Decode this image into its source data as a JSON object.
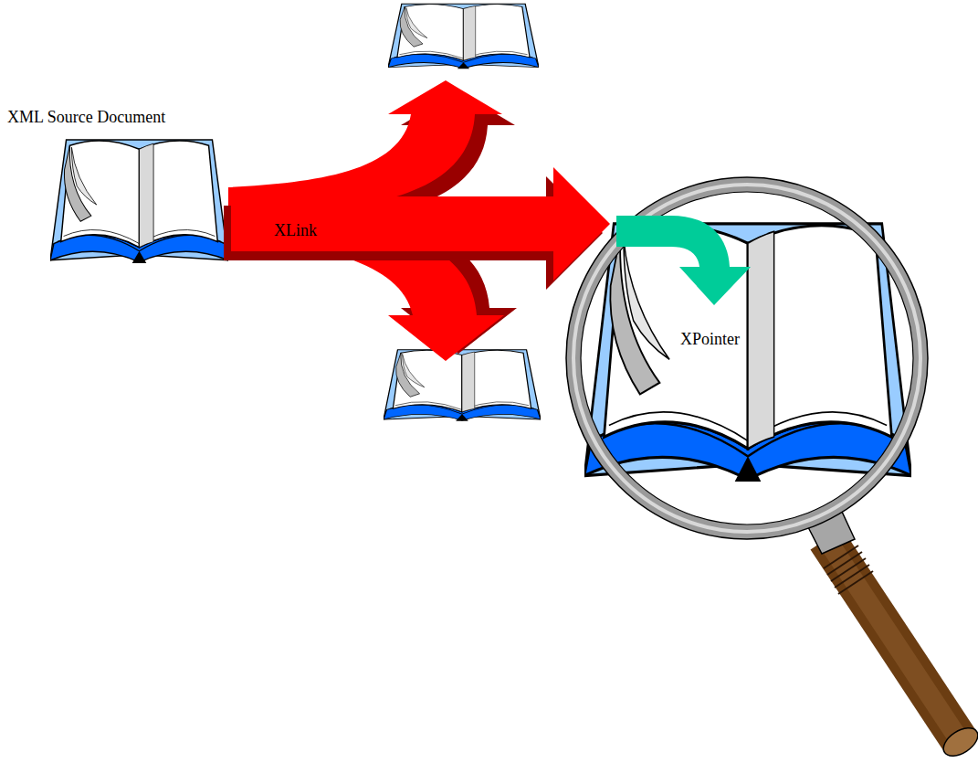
{
  "diagram": {
    "nodes": [
      {
        "text": [
          "XML Source Document"
        ]
      },
      {
        "text": [
          "XPointer"
        ]
      }
    ],
    "edges": [
      {
        "from": 0,
        "to": 1,
        "label": "XLink",
        "arrow": "to"
      }
    ]
  }
}
